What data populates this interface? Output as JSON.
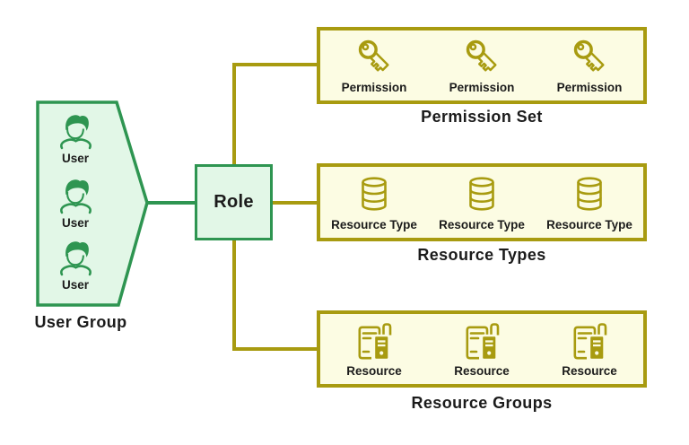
{
  "colors": {
    "green_stroke": "#2e9551",
    "green_fill": "#e2f7e7",
    "olive_stroke": "#a89b10",
    "yellow_fill": "#fcfce3",
    "text": "#1b1b1b",
    "background": "#ffffff"
  },
  "user_group": {
    "title": "User Group",
    "icon": "user-icon",
    "items": [
      {
        "label": "User"
      },
      {
        "label": "User"
      },
      {
        "label": "User"
      }
    ]
  },
  "role": {
    "label": "Role"
  },
  "panels": {
    "permission_set": {
      "title": "Permission Set",
      "icon": "key-icon",
      "items": [
        {
          "label": "Permission"
        },
        {
          "label": "Permission"
        },
        {
          "label": "Permission"
        }
      ]
    },
    "resource_types": {
      "title": "Resource Types",
      "icon": "database-icon",
      "items": [
        {
          "label": "Resource Type"
        },
        {
          "label": "Resource Type"
        },
        {
          "label": "Resource Type"
        }
      ]
    },
    "resource_groups": {
      "title": "Resource Groups",
      "icon": "resource-document-icon",
      "items": [
        {
          "label": "Resource"
        },
        {
          "label": "Resource"
        },
        {
          "label": "Resource"
        }
      ]
    }
  }
}
